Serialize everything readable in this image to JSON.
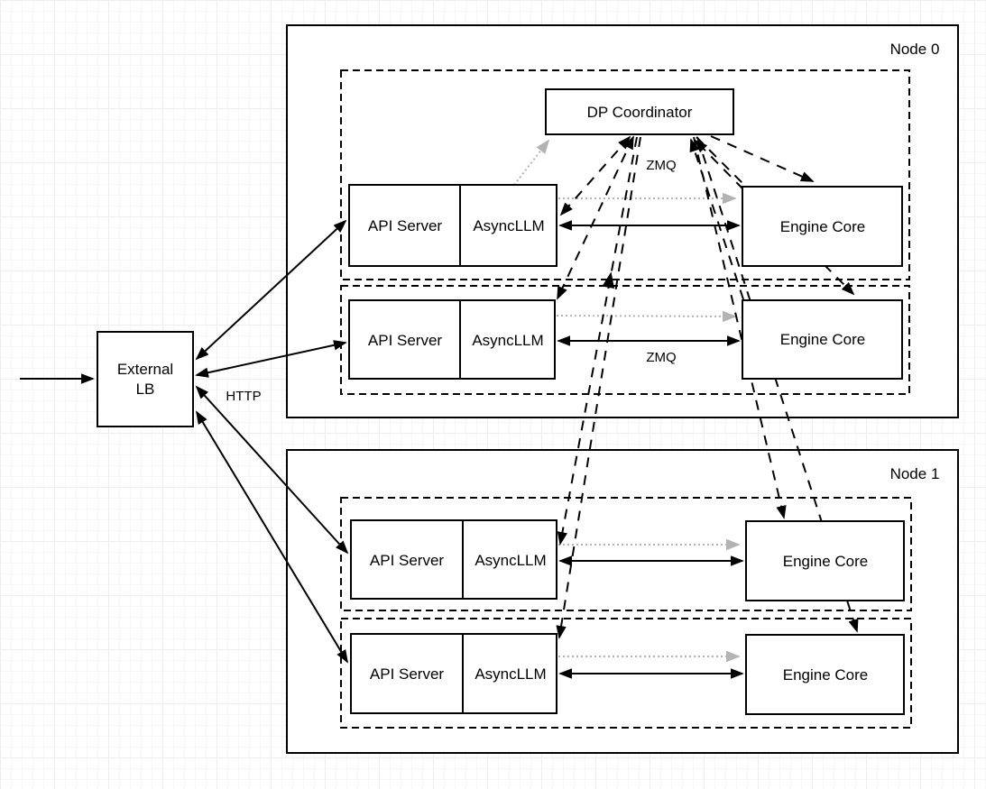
{
  "diagram": {
    "colors": {
      "line": "#000000",
      "dotted_line": "#b3b3b3",
      "box_fill": "#ffffff",
      "grid": "#ededed"
    },
    "external_lb": {
      "line1": "External",
      "line2": "LB"
    },
    "nodes": [
      {
        "label": "Node 0"
      },
      {
        "label": "Node 1"
      }
    ],
    "coordinator": {
      "label": "DP Coordinator"
    },
    "workers": [
      {
        "api": "API Server",
        "async": "AsyncLLM",
        "engine": "Engine Core"
      },
      {
        "api": "API Server",
        "async": "AsyncLLM",
        "engine": "Engine Core"
      },
      {
        "api": "API Server",
        "async": "AsyncLLM",
        "engine": "Engine Core"
      },
      {
        "api": "API Server",
        "async": "AsyncLLM",
        "engine": "Engine Core"
      }
    ],
    "labels": {
      "http": "HTTP",
      "zmq_coordinator": "ZMQ",
      "zmq_engine": "ZMQ"
    }
  }
}
